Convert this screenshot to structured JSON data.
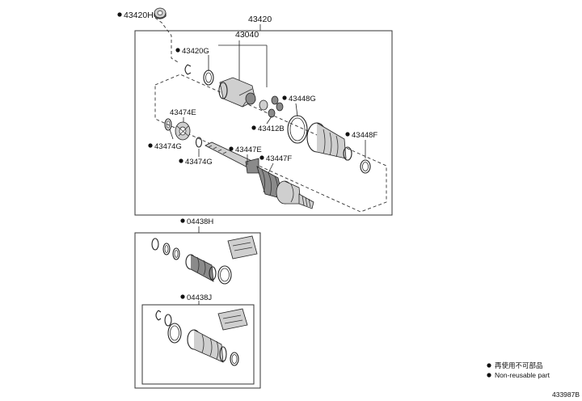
{
  "labels": {
    "p43420H": "43420H",
    "p43420": "43420",
    "p43040": "43040",
    "p43420G": "43420G",
    "p43448G": "43448G",
    "p43474E": "43474E",
    "p43412B": "43412B",
    "p43474G_left": "43474G",
    "p43448F": "43448F",
    "p43447E": "43447E",
    "p43447F": "43447F",
    "p43474G_lower": "43474G",
    "p04438H": "04438H",
    "p04438J": "04438J"
  },
  "legend": {
    "line1": "再使用不可部品",
    "line2": "Non-reusable part"
  },
  "figure_id": "433987B"
}
